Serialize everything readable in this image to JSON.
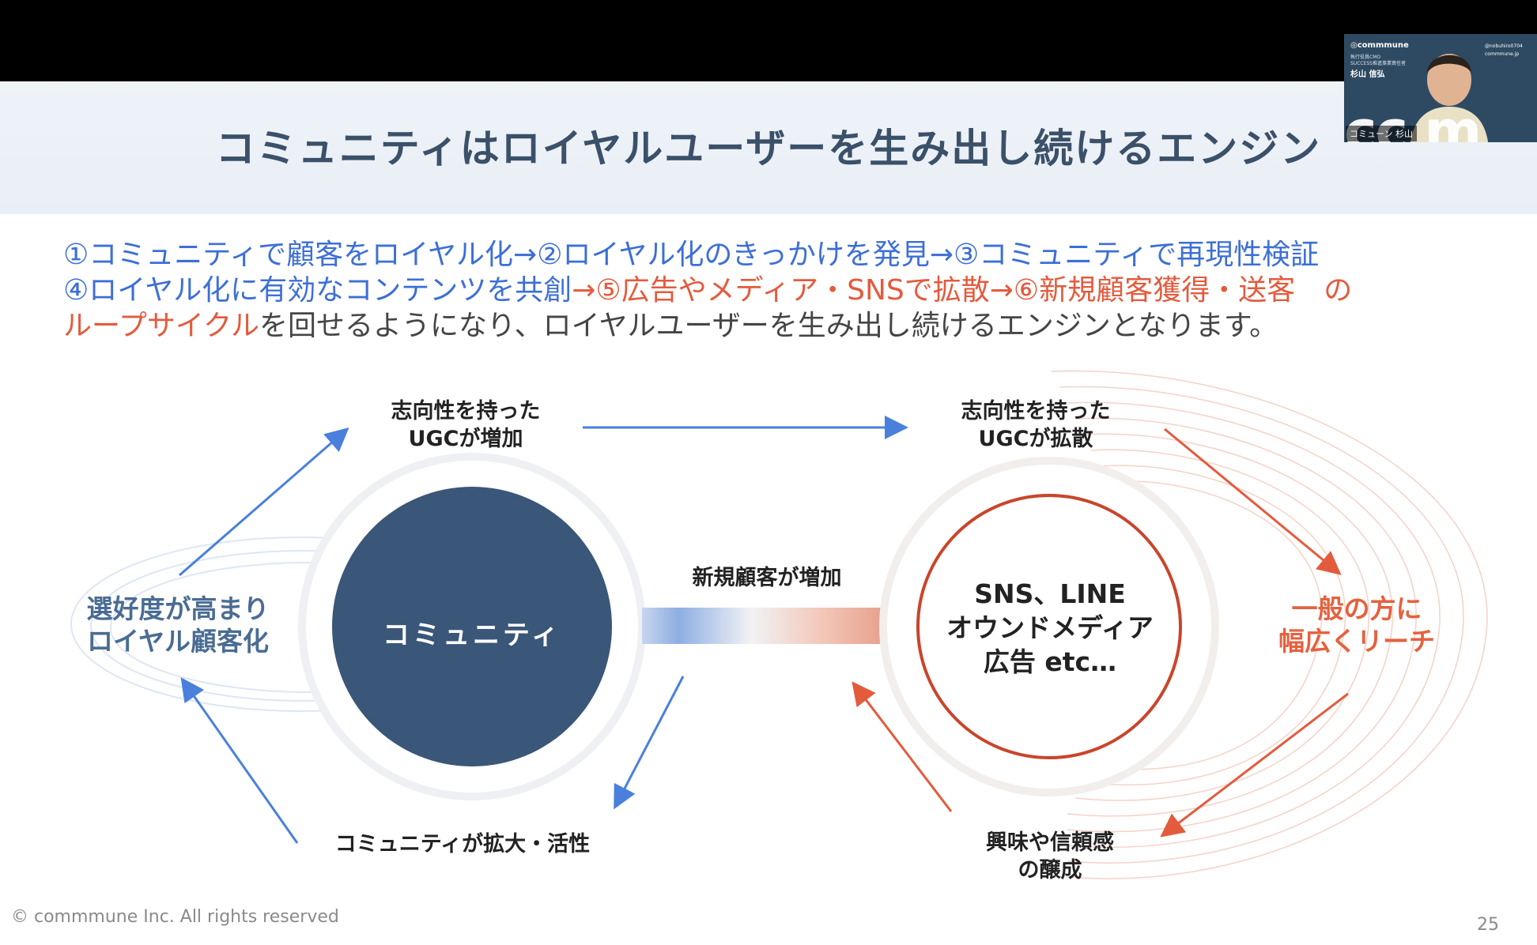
{
  "slide": {
    "title": "コミュニティはロイヤルユーザーを生み出し続けるエンジン",
    "intro": {
      "line1": "①コミュニティで顧客をロイヤル化→②ロイヤル化のきっかけを発見→③コミュニティで再現性検証",
      "line2_blue": "④ロイヤル化に有効なコンテンツを共創",
      "line2_red": "→⑤広告やメディア・SNSで拡散→⑥新規顧客獲得・送客　の",
      "line3_red": "ループサイクル",
      "line3_gray": "を回せるようになり、ロイヤルユーザーを生み出し続けるエンジンとなります。"
    },
    "footer": "© commmune Inc. All rights reserved",
    "page_number": "25"
  },
  "diagram": {
    "left_circle_label": "コミュニティ",
    "right_circle_label": [
      "SNS、LINE",
      "オウンドメディア",
      "広告 etc…"
    ],
    "top_left_label": [
      "志向性を持った",
      "UGCが増加"
    ],
    "top_right_label": [
      "志向性を持った",
      "UGCが拡散"
    ],
    "left_label": [
      "選好度が高まり",
      "ロイヤル顧客化"
    ],
    "right_label": [
      "一般の方に",
      "幅広くリーチ"
    ],
    "bottom_left_label": "コミュニティが拡大・活性",
    "bottom_right_label": [
      "興味や信頼感",
      "の醸成"
    ],
    "bridge_label": "新規顧客が増加"
  },
  "webcam": {
    "brand": "◎commmune",
    "subtitle1": "執行役員CMO",
    "subtitle2": "SUCCESS推進事業責任者",
    "presenter": "杉山 信弘",
    "handle": "@nobuhiro0704",
    "site": "commmune.jp",
    "overlay_text": "cc  m",
    "name_tag": "コミューン 杉山"
  },
  "colors": {
    "blue": "#4a80dc",
    "red": "#e35b3d",
    "navy": "#3a5678",
    "title": "#3b5069"
  }
}
